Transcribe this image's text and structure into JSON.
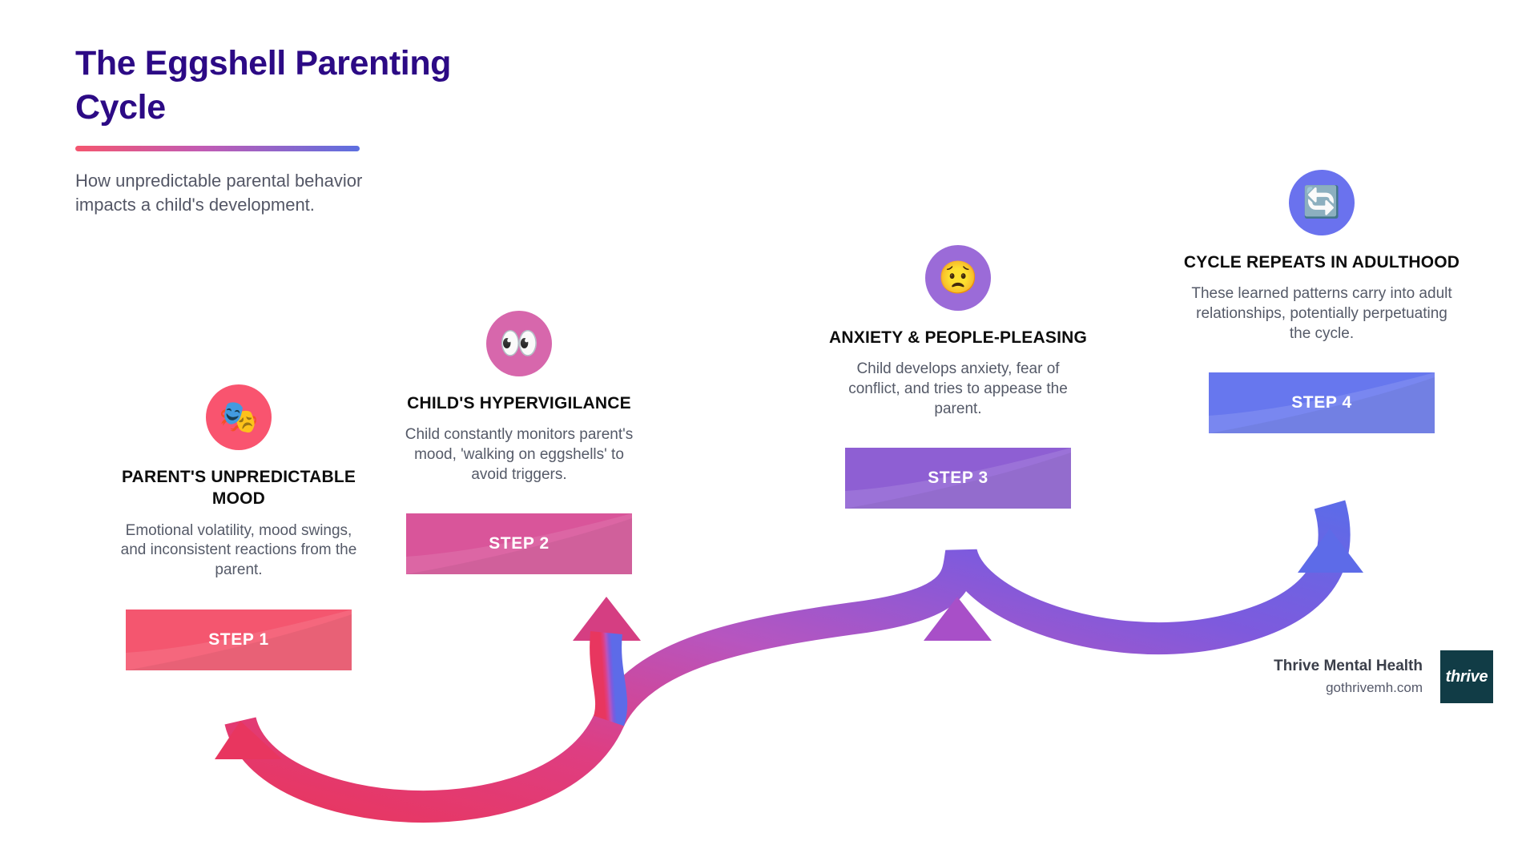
{
  "header": {
    "title_line1": "The Eggshell Parenting",
    "title_line2": "Cycle",
    "title_color": "#2C0A85",
    "subtitle": "How unpredictable parental behavior impacts a child's development.",
    "rule_gradient_from": "#F4566F",
    "rule_gradient_to": "#5C6FE0"
  },
  "steps": [
    {
      "index": 1,
      "banner_label": "STEP 1",
      "title": "PARENT'S UNPREDICTABLE MOOD",
      "description": "Emotional volatility, mood swings, and inconsistent reactions from the parent.",
      "icon": "performing-arts-masks-icon",
      "icon_glyph": "🎭",
      "circle_color": "#F9546F",
      "banner_color": "#F4566F"
    },
    {
      "index": 2,
      "banner_label": "STEP 2",
      "title": "CHILD'S HYPERVIGILANCE",
      "description": "Child constantly monitors parent's mood, 'walking on eggshells' to avoid triggers.",
      "icon": "eyes-icon",
      "icon_glyph": "👀",
      "circle_color": "#D767AC",
      "banner_color": "#D9559A"
    },
    {
      "index": 3,
      "banner_label": "STEP 3",
      "title": "ANXIETY & PEOPLE-PLEASING",
      "description": "Child develops anxiety, fear of conflict, and tries to appease the parent.",
      "icon": "worried-face-icon",
      "icon_glyph": "😟",
      "circle_color": "#9B6BD8",
      "banner_color": "#8E5FD3"
    },
    {
      "index": 4,
      "banner_label": "STEP 4",
      "title": "CYCLE REPEATS IN ADULTHOOD",
      "description": "These learned patterns carry into adult relationships, potentially perpetuating the cycle.",
      "icon": "refresh-cycle-icon",
      "icon_glyph": "🔄",
      "circle_color": "#6A72EE",
      "banner_color": "#6777EE"
    }
  ],
  "footer": {
    "brand": "Thrive Mental Health",
    "url": "gothrivemh.com",
    "logo_text": "thrive",
    "logo_color": "#113C46"
  }
}
